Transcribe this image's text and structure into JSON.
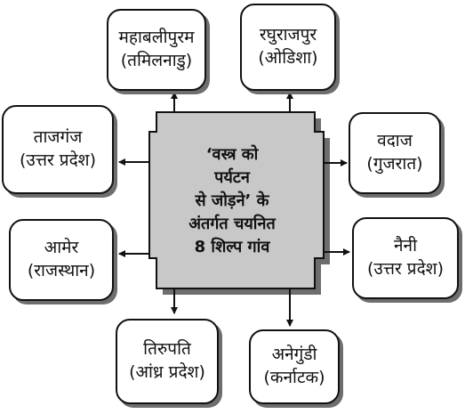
{
  "center": {
    "lines": [
      "‘वस्त्र को",
      "पर्यटन",
      "से जोड़ने’ के",
      "अंतर्गत चयनित",
      "8 शिल्प गांव"
    ]
  },
  "villages": [
    {
      "name": "महाबलीपुरम",
      "state": "(तमिलनाडु)"
    },
    {
      "name": "रघुराजपुर",
      "state": "(ओडिशा)"
    },
    {
      "name": "ताजगंज",
      "state": "(उत्तर प्रदेश)"
    },
    {
      "name": "वदाज",
      "state": "(गुजरात)"
    },
    {
      "name": "आमेर",
      "state": "(राजस्थान)"
    },
    {
      "name": "नैनी",
      "state": "(उत्तर प्रदेश)"
    },
    {
      "name": "तिरुपति",
      "state": "(आंध्र प्रदेश)"
    },
    {
      "name": "अनेगुंडी",
      "state": "(कर्नाटक)"
    }
  ],
  "colors": {
    "center_fill": "#c8c8c8",
    "shadow": "#6e6e6e",
    "stroke": "#111111"
  }
}
